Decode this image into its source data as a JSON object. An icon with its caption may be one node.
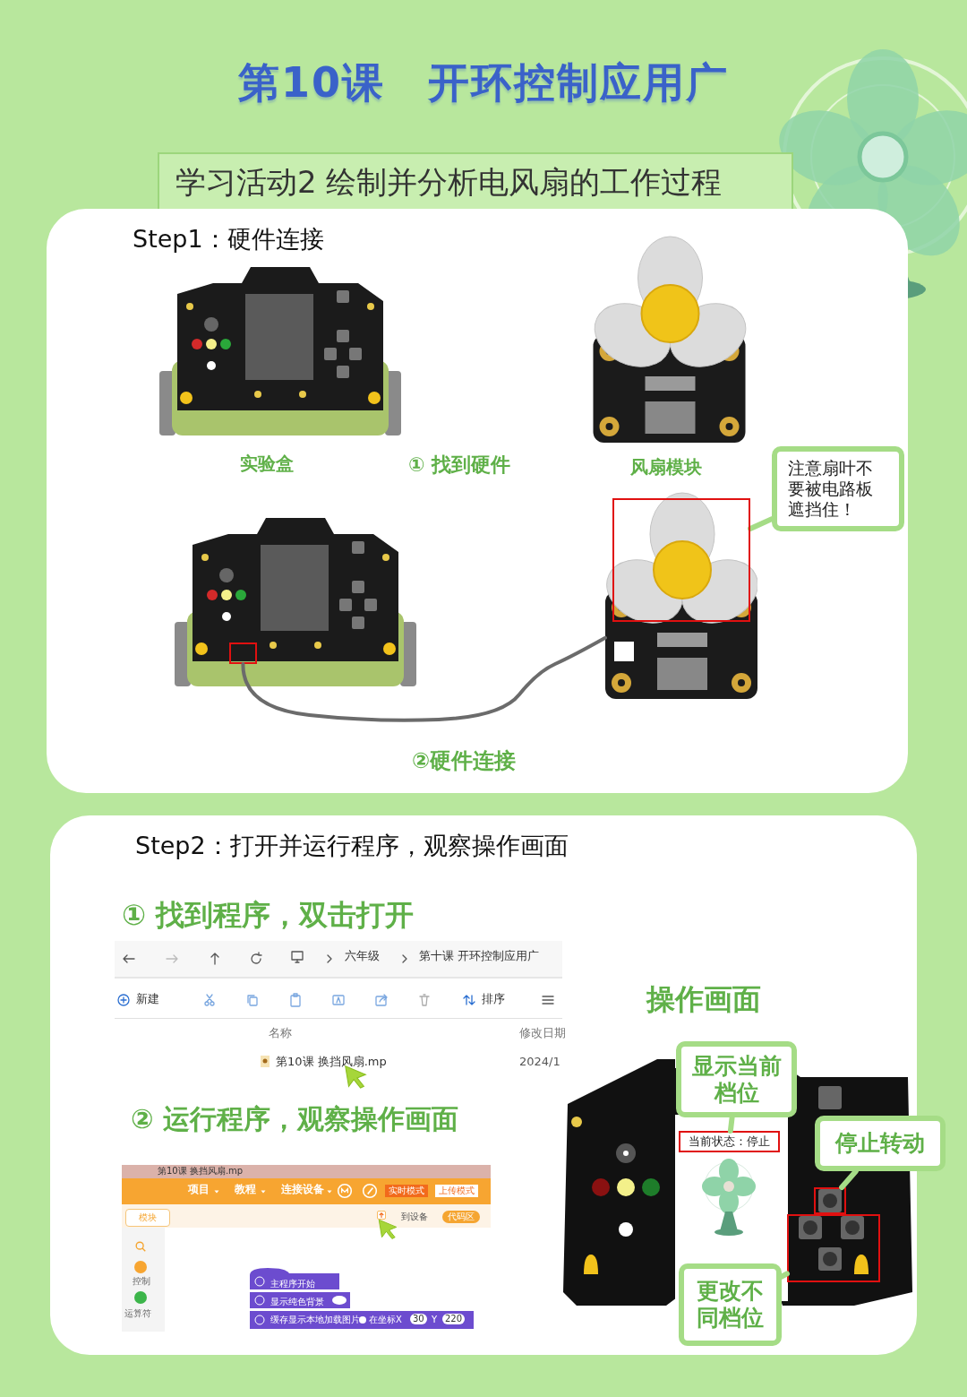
{
  "diagram": {
    "title": "第10课　开环控制应用广",
    "nodes": [
      {
        "text": [
          "Step1：硬件连接"
        ]
      },
      {
        "text": [],
        "shape": "picture",
        "in": 0
      },
      {
        "text": [],
        "shape": "picture",
        "in": 0
      },
      {
        "text": [
          "注意扇叶不要被电路板遮挡住！"
        ],
        "in": 0
      },
      {
        "text": [],
        "shape": "picture",
        "in": 0
      },
      {
        "text": [],
        "shape": "box",
        "in": 4
      },
      {
        "text": [],
        "shape": "picture",
        "in": 0
      },
      {
        "text": [],
        "shape": "box",
        "in": 0
      },
      {
        "text": [
          "Step2：打开并运行程序，观察操作画面"
        ]
      },
      {
        "text": [
          "六年级",
          "第十课 开环控制应用广",
          "新建",
          "排序",
          "名称",
          "修改日期",
          "第10课 换挡风扇.mp",
          "2024/1"
        ],
        "in": 8
      },
      {
        "text": [
          "第10课 换挡风扇.mp",
          "项目",
          "教程",
          "连接设备",
          "实时模式",
          "上传模式",
          "模块",
          "到设备",
          "代码区",
          "控制",
          "运算符",
          "主程序开始",
          "显示纯色背景",
          "缓存显示本地加载图片",
          "在坐标X",
          "30",
          "Y",
          "220"
        ],
        "in": 8
      },
      {
        "text": [],
        "shape": "picture",
        "in": 8
      },
      {
        "text": [
          "显示当前档位"
        ],
        "in": 8
      },
      {
        "text": [
          "当前状态：停止"
        ],
        "in": 11
      },
      {
        "text": [
          "停止转动"
        ],
        "in": 8
      },
      {
        "text": [],
        "shape": "box",
        "in": 11
      },
      {
        "text": [],
        "shape": "box",
        "in": 11
      },
      {
        "text": [
          "更改不同档位"
        ],
        "in": 8
      }
    ],
    "edges": [
      {
        "from": 3,
        "to": 7,
        "arrow": "none"
      },
      {
        "from": 5,
        "to": 6,
        "arrow": "none",
        "color": "#6b6b6b"
      },
      {
        "from": 12,
        "to": 13,
        "arrow": "none"
      },
      {
        "from": 14,
        "to": 15,
        "arrow": "none"
      },
      {
        "from": 17,
        "to": 16,
        "arrow": "none"
      }
    ],
    "labels": [
      "学习活动2  绘制并分析电风扇的工作过程",
      "实验盒",
      "① 找到硬件",
      "风扇模块",
      "②硬件连接",
      "① 找到程序，双击打开",
      "② 运行程序，观察操作画面",
      "操作画面"
    ]
  }
}
